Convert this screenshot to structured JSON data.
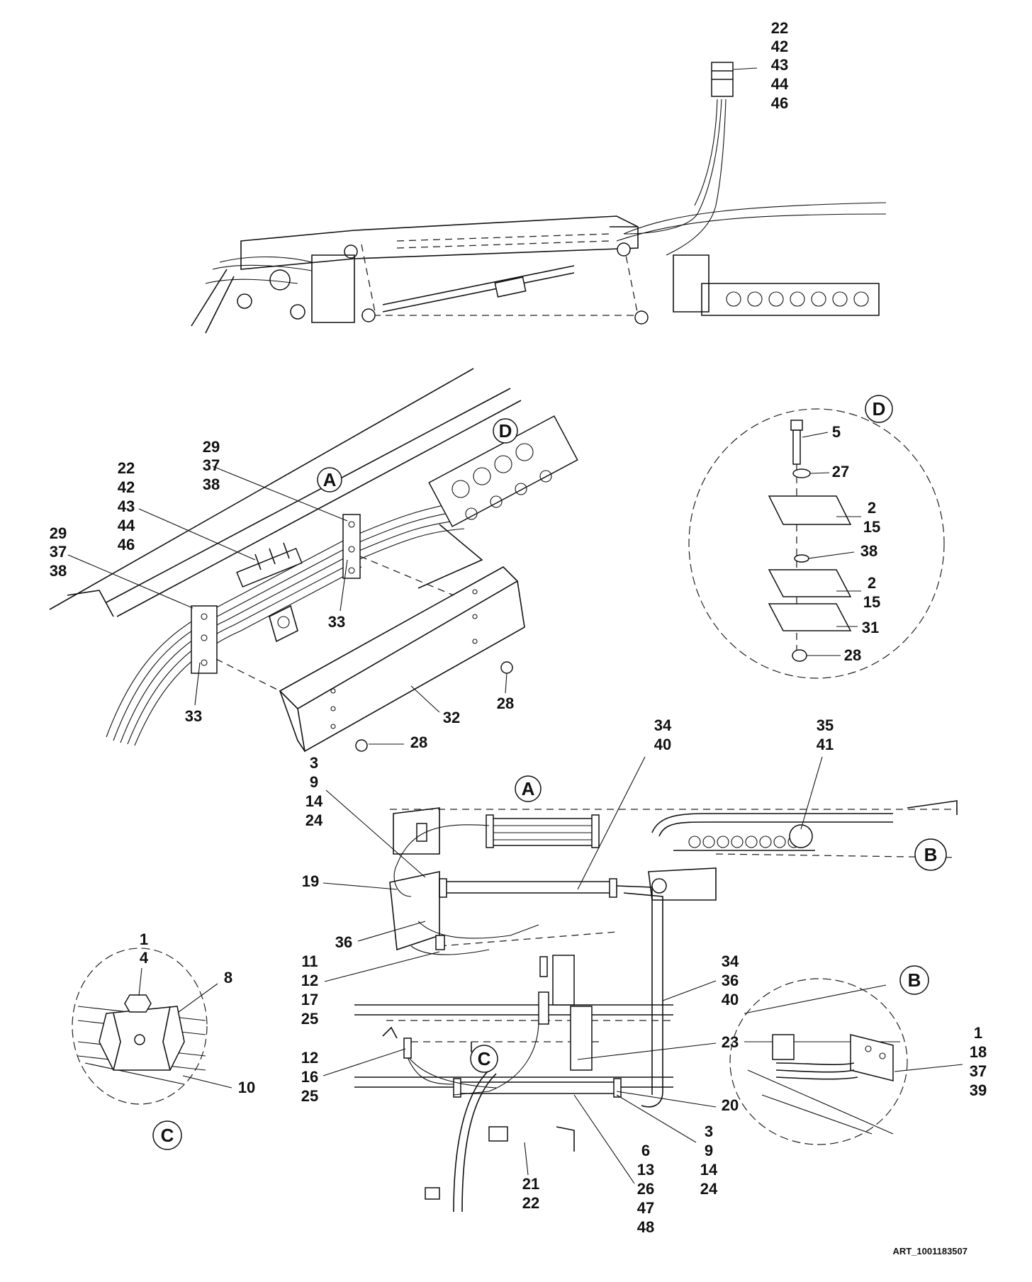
{
  "figure_id": "ART_1001183507",
  "callout_letters": {
    "A_top": "A",
    "D_top": "D",
    "A_bottom": "A",
    "B_bottom": "B",
    "C_bottom": "C",
    "D_detail": "D",
    "B_detail": "B",
    "C_detail": "C"
  },
  "labels": {
    "top_connector": [
      "22",
      "42",
      "43",
      "44",
      "46"
    ],
    "mid_29_37_38_upper": [
      "29",
      "37",
      "38"
    ],
    "mid_22_group": [
      "22",
      "42",
      "43",
      "44",
      "46"
    ],
    "mid_29_37_38_lower": [
      "29",
      "37",
      "38"
    ],
    "mid_33_right": "33",
    "mid_33_left": "33",
    "mid_32": "32",
    "mid_28_upper": "28",
    "mid_28_lower": "28",
    "d_5": "5",
    "d_27": "27",
    "d_2_15_upper": [
      "2",
      "15"
    ],
    "d_38": "38",
    "d_2_15_lower": [
      "2",
      "15"
    ],
    "d_31": "31",
    "d_28": "28",
    "b_34_40_top": [
      "34",
      "40"
    ],
    "b_35_41": [
      "35",
      "41"
    ],
    "b_3_9_14_24_top": [
      "3",
      "9",
      "14",
      "24"
    ],
    "b_19": "19",
    "b_36": "36",
    "b_11_12_17_25": [
      "11",
      "12",
      "17",
      "25"
    ],
    "b_34_36_40": [
      "34",
      "36",
      "40"
    ],
    "b_23": "23",
    "b_12_16_25": [
      "12",
      "16",
      "25"
    ],
    "b_20": "20",
    "b_3_9_14_24_bottom": [
      "3",
      "9",
      "14",
      "24"
    ],
    "b_6_group": [
      "6",
      "13",
      "26",
      "47",
      "48"
    ],
    "b_21_22": [
      "21",
      "22"
    ],
    "c_1_4": [
      "1",
      "4"
    ],
    "c_8": "8",
    "c_10": "10",
    "bd_group": [
      "1",
      "18",
      "37",
      "39"
    ]
  }
}
